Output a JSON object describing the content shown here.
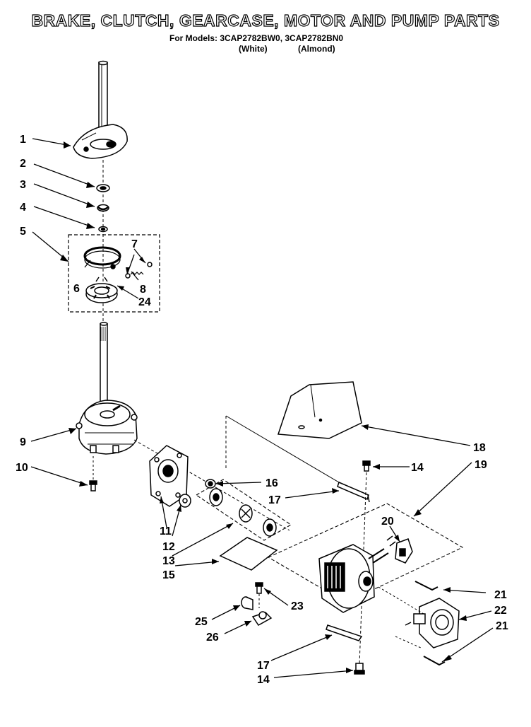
{
  "header": {
    "title": "BRAKE, CLUTCH, GEARCASE, MOTOR AND PUMP PARTS",
    "models_line": "For Models: 3CAP2782BW0, 3CAP2782BN0",
    "variant_white": "(White)",
    "variant_almond": "(Almond)"
  },
  "callouts": [
    "1",
    "2",
    "3",
    "4",
    "5",
    "6",
    "7",
    "8",
    "24",
    "9",
    "10",
    "11",
    "12",
    "13",
    "15",
    "16",
    "17",
    "18",
    "19",
    "14",
    "20",
    "21",
    "22",
    "25",
    "26",
    "23",
    "17",
    "14",
    "21"
  ]
}
